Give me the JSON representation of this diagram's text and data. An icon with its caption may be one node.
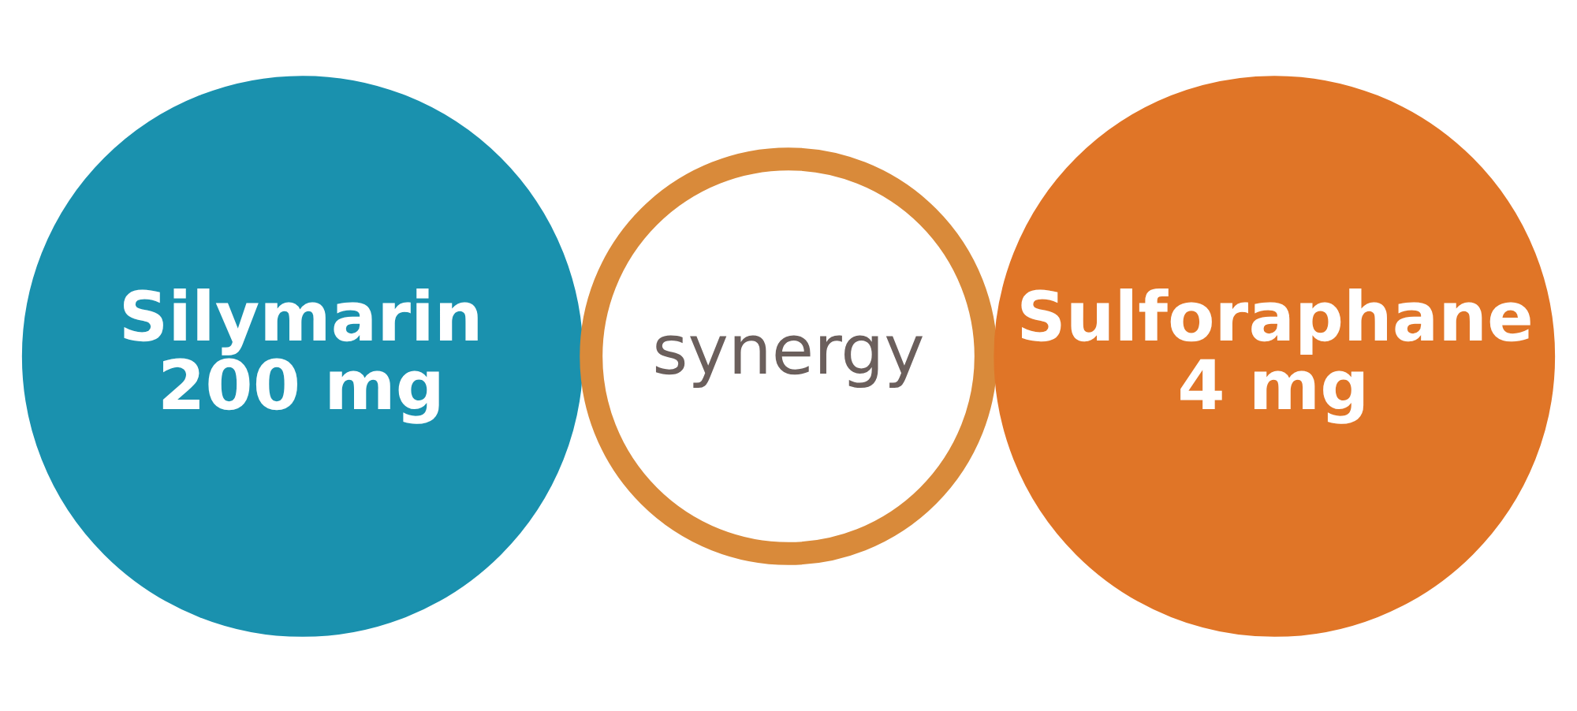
{
  "diagram": {
    "nodes": [
      {
        "text": [
          "Silymarin 200 mg"
        ]
      },
      {
        "text": [
          "synergy"
        ]
      },
      {
        "text": [
          "Sulforaphane 4 mg"
        ]
      }
    ]
  }
}
